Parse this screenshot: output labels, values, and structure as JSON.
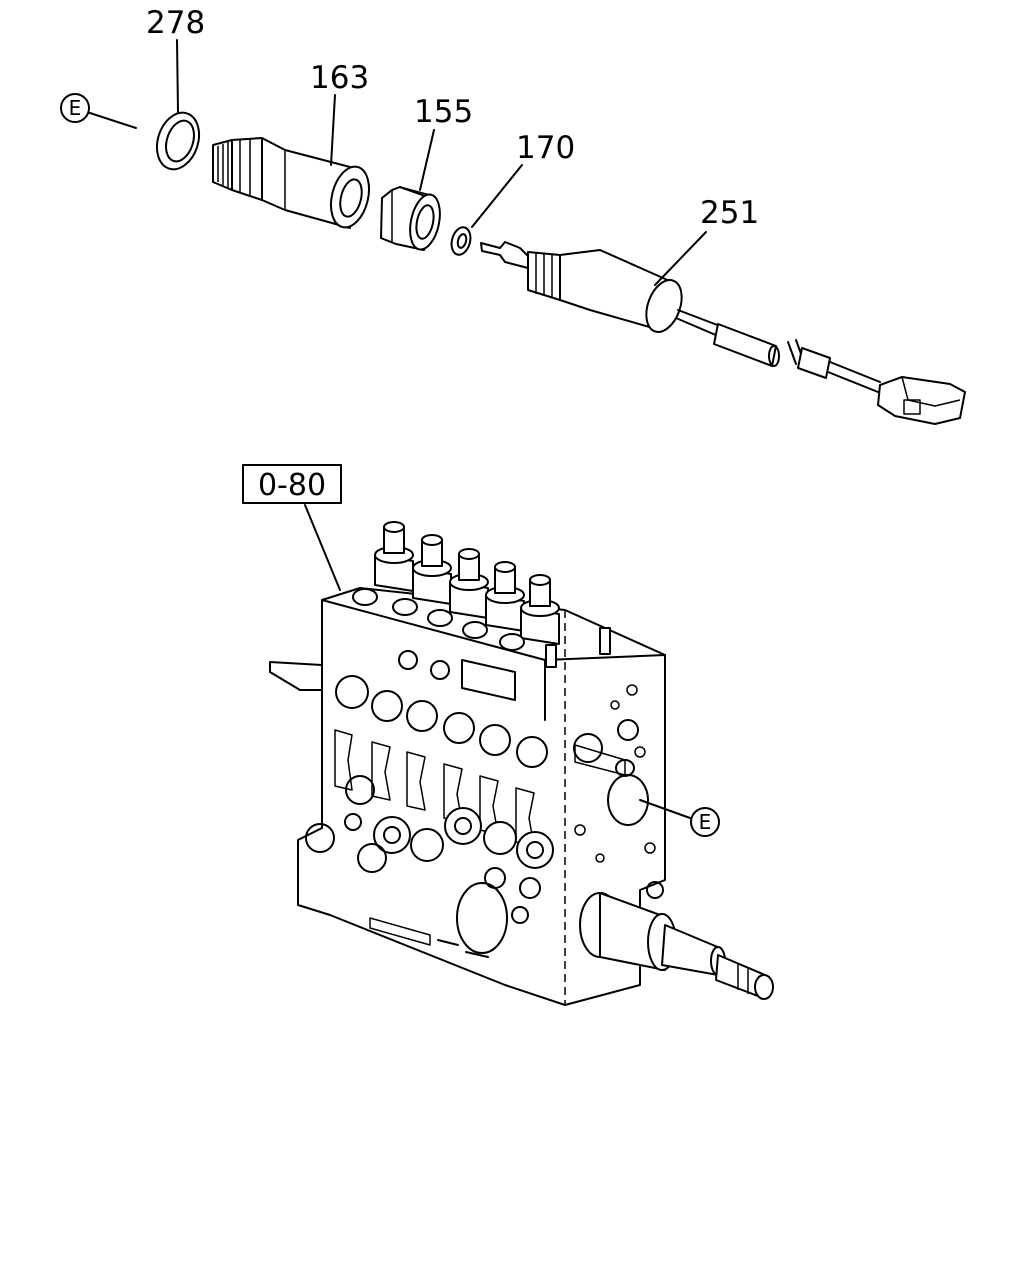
{
  "callout_letter": "E",
  "reference_box": "0-80",
  "parts": {
    "ring": "278",
    "sleeve": "163",
    "nut": "155",
    "washer": "170",
    "solenoid": "251"
  }
}
